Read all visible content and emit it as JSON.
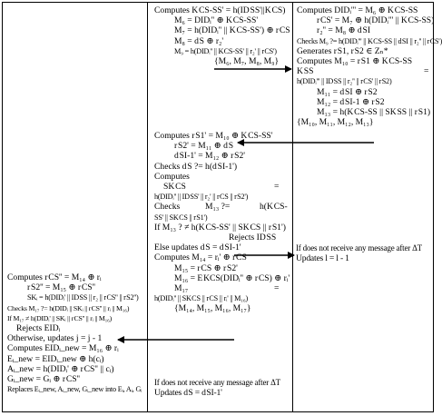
{
  "col_middle_top": [
    "Computes K CS-SS' = h(ID SS'||K CS)",
    "M₆ = DIDᵢ'' ⊕ K CS-SS'",
    "M₇ = h(DIDᵢ'' || K CS-SS') ⊕ r CS",
    "M₈ = d S ⊕ r₂'",
    "M₉ = h(DIDᵢ'' || K CS-SS' || r₂' || r CS')",
    "{M₆, M₇, M₈, M₉}"
  ],
  "col_right_top": [
    "Computes DIDᵢ''' = M₆ ⊕ K CS-SS",
    "r CS' = M₇ ⊕ h(DIDᵢ''' || K CS-SS)",
    "r₂'' = M₈ ⊕ d SI",
    "Checks M₉ ?= h(DIDᵢ''' || K CS-SS || d SI || r₂'' || r CS')",
    "Generates r S1, r S2 ∈ Zₙ*",
    "Computes M₁₀ = r S1 ⊕ K CS-SS",
    "K SS",
    "=",
    "h(DIDᵢ''' || ID SS || r₂'' || r CS' || r S2)",
    "M₁₁ = d SI ⊕ r S2",
    "M₁₂ = d SI-1 ⊕ r S2",
    "M₁₃ = h(K CS-SS || SK SS || r S1)",
    "{M₁₀, M₁₁, M₁₂, M₁₃}"
  ],
  "col_middle_bottom": [
    "Computes r S1' = M₁₀ ⊕ K CS-SS'",
    "r S2' = M₁₁ ⊕ d S",
    "d SI-1' = M₁₂ ⊕ r S2'",
    "Checks d S ?= h(d SI-1')",
    "Computes",
    "SK CS",
    "=",
    "h(DIDᵢ'' || ID SS' || r₂' || r CS || r S2')",
    "Checks",
    "M₁₃ ?=",
    "h(K CS-",
    "SS' || SK CS || r S1')",
    "If M₁₃ ? ≠ h(K CS-SS' || SK CS || r S1')",
    "Rejects ID SS",
    "Else updates d S = d SI-1'",
    "Computes M₁₄ = rᵢ' ⊕ r CS",
    "M₁₅ = r CS ⊕ r S2'",
    "M₁₆ = E KCS(DIDᵢ'' ⊕ r CS) ⊕ rᵢ'",
    "M₁₇",
    "=",
    "h(DIDᵢ'' || SK CS || r CS || rᵢ' || M₁₆)",
    "{M₁₄, M₁₅, M₁₆, M₁₇}"
  ],
  "col_right_mid": [
    "If does not receive any message after ΔT",
    "Updates l = l - 1"
  ],
  "col_left_bottom": [
    "Computes r CS'' = M₁₄ ⊕ rᵢ",
    "r S2'' = M₁₅ ⊕ r CS''",
    "SKᵢ = h(DIDᵢ' || ID SS || r₂ || r CS'' || r S2'')",
    "Checks M₁₇ ?= h(DIDᵢ || SKᵢ || r CS'' || rᵢ || M₁₆)",
    "If M₁₇ ≠ h(DIDᵢ' || SKᵢ || r CS'' || rᵢ || M₁₆)",
    "Rejects EIDᵢ",
    "Otherwise, updates j = j - 1",
    "Computes EIDᵢ_new = M₁₆ ⊕ rᵢ",
    "Eᵢ_new = EIDᵢ_new ⊕ h(cᵢ)",
    "Aᵢ_new = h(DIDᵢ' ⊕ r CS'' || cᵢ)",
    "Gᵢ_new = Gᵢ ⊕ r CS''",
    "Replaces Eᵢ_new, Aᵢ_new, Gᵢ_new into Eᵢ, Aᵢ, Gᵢ"
  ],
  "col_middle_final": [
    "If does not receive any message after ΔT",
    "Updates d S = d SI-1'"
  ]
}
